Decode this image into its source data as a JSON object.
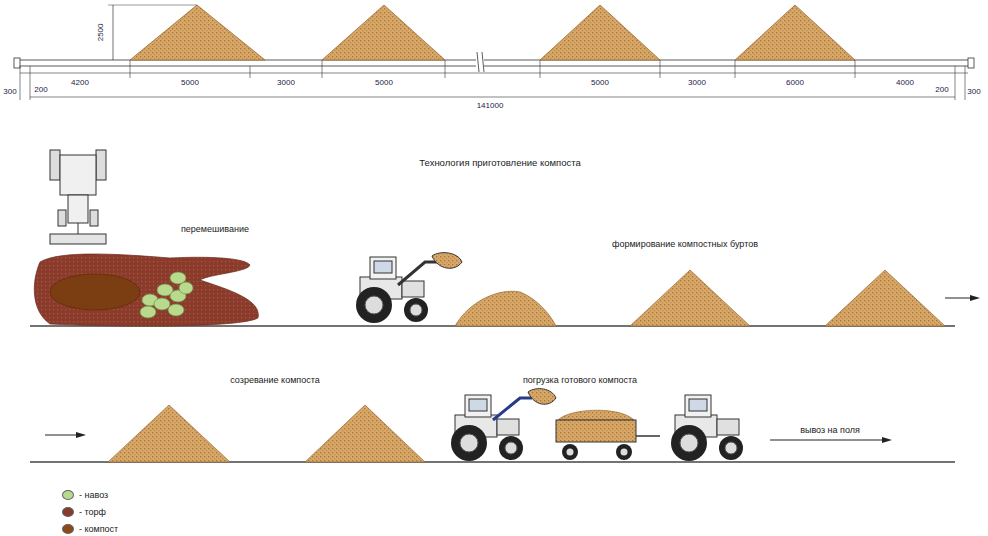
{
  "diagram": {
    "title": "Технология приготовление компоста",
    "labels": [
      "2500",
      "300",
      "200",
      "4200",
      "5000",
      "3000",
      "5000",
      "5000",
      "3000",
      "6000",
      "4000",
      "200",
      "300",
      "141000",
      "перемешивание",
      "формирование компостных буртов",
      "созревание компоста",
      "погрузка готового компоста",
      "вывоз на поля"
    ],
    "legend": [
      {
        "text": "- навоз",
        "color": "#b9d98c"
      },
      {
        "text": "- торф",
        "color": "#8a3b2b"
      },
      {
        "text": "- компост",
        "color": "#8b4a18"
      }
    ]
  }
}
